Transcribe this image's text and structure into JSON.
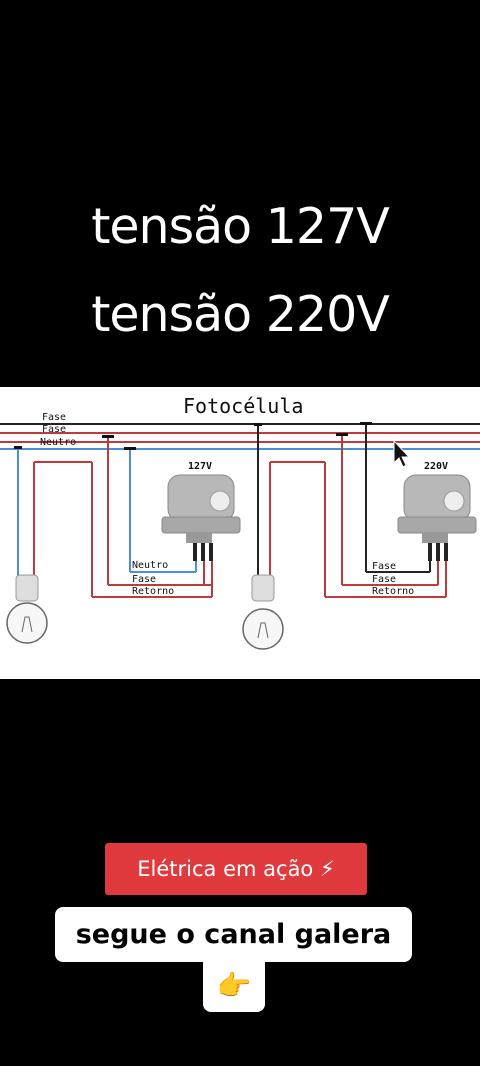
{
  "headline": {
    "line1": "tensão 127V",
    "line2": "tensão 220V"
  },
  "diagram": {
    "title": "Fotocélula",
    "bus_labels": [
      "Fase",
      "Fase",
      "Neutro"
    ],
    "left_circuit": {
      "voltage": "127V",
      "wire_labels": [
        "Neutro",
        "Fase",
        "Retorno"
      ]
    },
    "right_circuit": {
      "voltage": "220V",
      "wire_labels": [
        "Fase",
        "Fase",
        "Retorno"
      ]
    },
    "colors": {
      "fase": "#c0393b",
      "neutro": "#4a90d9",
      "retorno": "#c0393b",
      "sensor": "#b8b8b8"
    },
    "icons": [
      "light-bulb-icon",
      "photocell-sensor-icon",
      "mouse-cursor-icon"
    ]
  },
  "badge": {
    "label": "Elétrica em ação ⚡"
  },
  "cta": {
    "line1": "segue o canal galera",
    "emoji": "👉"
  }
}
